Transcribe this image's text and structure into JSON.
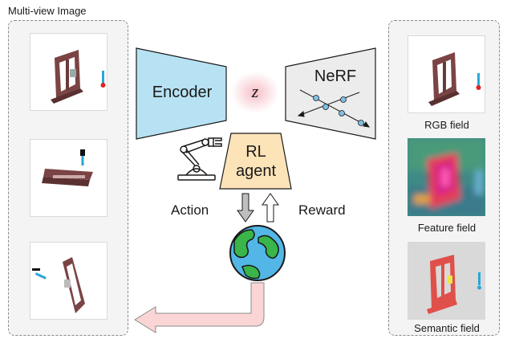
{
  "left_panel": {
    "title": "Multi-view Image"
  },
  "encoder": {
    "label": "Encoder"
  },
  "latent": {
    "label": "z"
  },
  "nerf": {
    "label": "NeRF"
  },
  "rl_agent": {
    "line1": "RL",
    "line2": "agent"
  },
  "action": {
    "label": "Action"
  },
  "reward": {
    "label": "Reward"
  },
  "right_panel": {
    "rgb_label": "RGB field",
    "feature_label": "Feature field",
    "semantic_label": "Semantic field"
  },
  "colors": {
    "encoder_fill": "#b7e2f3",
    "nerf_fill": "#ececec",
    "agent_fill": "#fde3b8",
    "latent_glow": "#f6b8c0",
    "return_arrow": "#fbd5d5",
    "window_brown": "#6b3a3a",
    "globe_blue": "#52b7e6",
    "globe_green": "#39b54a"
  }
}
